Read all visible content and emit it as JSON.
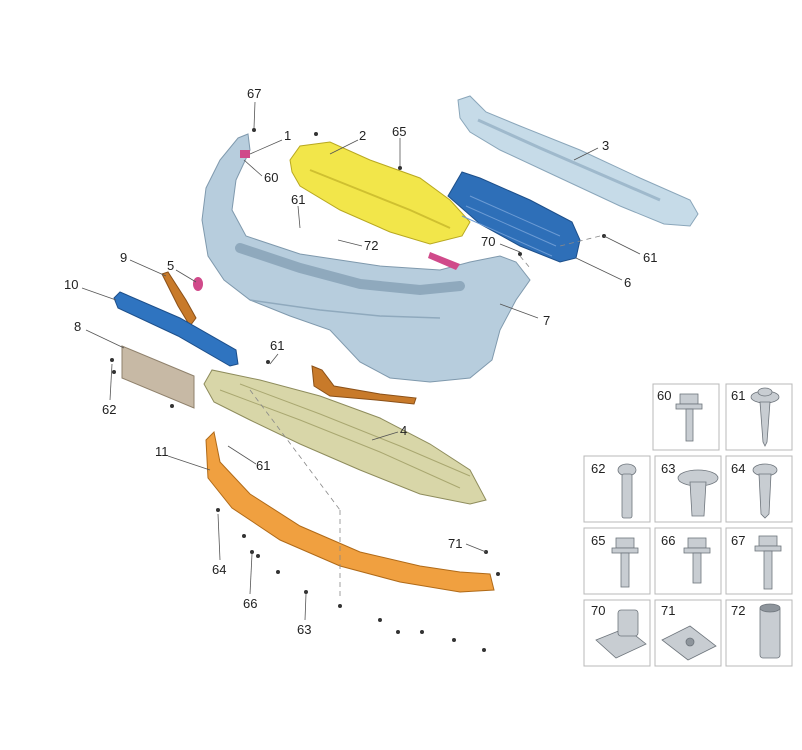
{
  "callouts": {
    "c67": "67",
    "c1": "1",
    "c2": "2",
    "c65": "65",
    "c3": "3",
    "c60": "60",
    "c61a": "61",
    "c72": "72",
    "c70": "70",
    "c61b": "61",
    "c6": "6",
    "c9": "9",
    "c5": "5",
    "c7": "7",
    "c10": "10",
    "c8": "8",
    "c61c": "61",
    "c62": "62",
    "c4": "4",
    "c11": "11",
    "c61d": "61",
    "c71": "71",
    "c64": "64",
    "c66": "66",
    "c63": "63"
  },
  "legend": {
    "items": [
      "60",
      "61",
      "62",
      "63",
      "64",
      "65",
      "66",
      "67",
      "70",
      "71",
      "72"
    ]
  },
  "colors": {
    "bumper": "#b7cddd",
    "bumper_dark": "#8fa9bd",
    "absorber": "#f2e64a",
    "beam": "#c6dbe8",
    "grille": "#2e6fb8",
    "blue_strip": "#2f74c0",
    "license_plate": "#c7b9a5",
    "undertray": "#d8d6a8",
    "spoiler": "#f0a040",
    "trim": "#c87a2a"
  }
}
